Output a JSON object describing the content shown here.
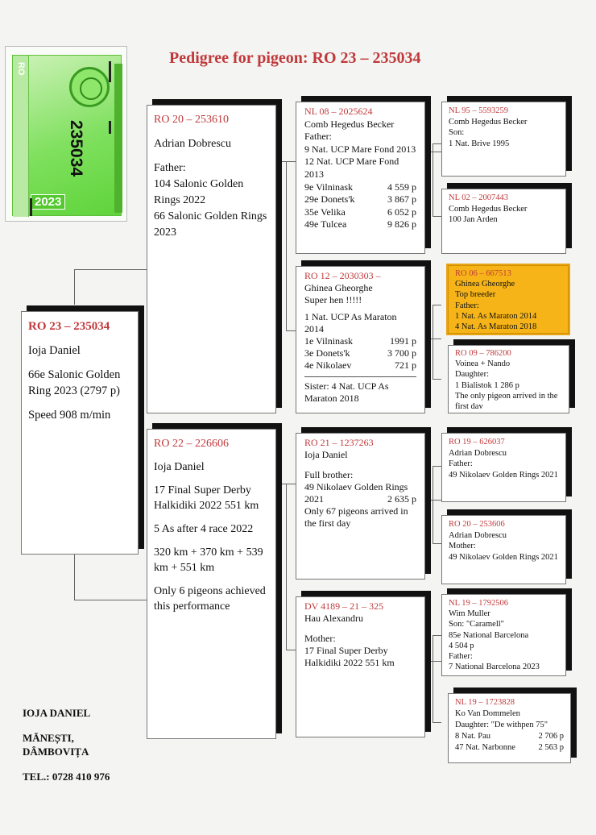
{
  "title": "Pedigree for pigeon: RO 23 – 235034",
  "certificate": {
    "prefix": "RO",
    "number": "235034",
    "year": "2023"
  },
  "subject": {
    "code": "RO 23 – 235034",
    "owner": "Ioja Daniel",
    "result": "66e Salonic Golden Ring 2023 (2797 p)",
    "speed": "Speed 908 m/min"
  },
  "father": {
    "code": "RO 20 – 253610",
    "owner": "Adrian Dobrescu",
    "relation": "Father:",
    "lines": [
      "104 Salonic Golden Rings 2022",
      "66 Salonic Golden Rings 2023"
    ]
  },
  "mother": {
    "code": "RO 22 – 226606",
    "owner": "Ioja Daniel",
    "p1": "17 Final Super Derby Halkidiki 2022 551 km",
    "p2": "5 As after 4 race 2022",
    "p3": "320 km + 370 km + 539 km + 551 km",
    "p4": "Only 6 pigeons achieved this performance"
  },
  "ff": {
    "code": "NL 08 – 2025624",
    "owner": "Comb Hegedus Becker",
    "relation": "Father:",
    "l1": "9 Nat. UCP Mare Fond 2013",
    "l2": "12 Nat. UCP Mare Fond 2013",
    "results": [
      {
        "race": "9e Vilninask",
        "points": "4 559 p"
      },
      {
        "race": "29e Donets'k",
        "points": "3 867 p"
      },
      {
        "race": "35e Velika",
        "points": "6 052 p"
      },
      {
        "race": "49e Tulcea",
        "points": "9 826 p"
      }
    ]
  },
  "fm": {
    "code": "RO 12 – 2030303 –",
    "owner": "Ghinea Gheorghe",
    "tag": "Super hen !!!!!",
    "l1": "1 Nat. UCP As Maraton 2014",
    "results": [
      {
        "race": "1e Vilninask",
        "points": "1991 p"
      },
      {
        "race": "3e Donets'k",
        "points": "3 700 p"
      },
      {
        "race": "4e Nikolaev",
        "points": "721 p"
      }
    ],
    "sister": "Sister: 4 Nat. UCP As Maraton 2018"
  },
  "mf": {
    "code": "RO 21 – 1237263",
    "owner": "Ioja Daniel",
    "relation": "Full brother:",
    "l1": "49 Nikolaev Golden Rings",
    "year": "2021",
    "points": "2 635 p",
    "l2": "Only 67 pigeons arrived in the first day"
  },
  "mm": {
    "code": "DV 4189 – 21 – 325",
    "owner": "Hau Alexandru",
    "relation": "Mother:",
    "l1": "17 Final Super Derby Halkidiki 2022 551 km"
  },
  "fff": {
    "code": "NL 95 – 5593259",
    "owner": "Comb Hegedus Becker",
    "relation": "Son:",
    "l1": "1 Nat. Brive 1995"
  },
  "ffm": {
    "code": "NL 02 – 2007443",
    "owner": "Comb Hegedus Becker",
    "l1": "100 Jan Arden"
  },
  "fmf": {
    "code": "RO 06 – 667513",
    "owner": "Ghinea Gheorghe",
    "tag": "Top breeder",
    "relation": "Father:",
    "l1": "1 Nat. As Maraton 2014",
    "l2": "4 Nat. As Maraton 2018"
  },
  "fmm": {
    "code": "RO 09 – 786200",
    "owner": "Voinea + Nando",
    "relation": "Daughter:",
    "l1": "1 Bialistok 1 286 p",
    "l2": "The only pigeon arrived in the first dav"
  },
  "mff": {
    "code": "RO 19 – 626037",
    "owner": "Adrian Dobrescu",
    "relation": "Father:",
    "l1": "49 Nikolaev Golden Rings 2021"
  },
  "mfm": {
    "code": "RO 20 – 253606",
    "owner": "Adrian Dobrescu",
    "relation": "Mother:",
    "l1": "49 Nikolaev Golden Rings 2021"
  },
  "mmf": {
    "code": "NL 19 – 1792506",
    "owner": "Wim Muller",
    "relation": "Son: \"Caramell\"",
    "l1": "85e National Barcelona",
    "l2": "4 504 p",
    "l3": "Father:",
    "l4": "7 National Barcelona 2023"
  },
  "mmm": {
    "code": "NL 19 – 1723828",
    "owner": "Ko Van Dommelen",
    "relation": "Daughter: \"De withpen 75\"",
    "results": [
      {
        "race": "8 Nat. Pau",
        "points": "2 706 p"
      },
      {
        "race": "47 Nat. Narbonne",
        "points": "2 563 p"
      }
    ]
  },
  "contact": {
    "name": "IOJA DANIEL",
    "town": "MĂNEȘTI,",
    "county": "DÂMBOVIȚA",
    "phone": "TEL.: 0728 410 976"
  },
  "colors": {
    "accent": "#c0393b",
    "highlight": "#f6b419",
    "shadow": "#111111"
  }
}
